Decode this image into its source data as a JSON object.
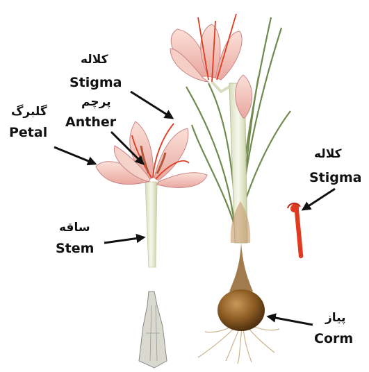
{
  "labels": {
    "stigma_top_fa": "کلاله",
    "stigma_top_en": "Stigma",
    "anther_fa": "پرچم",
    "anther_en": "Anther",
    "petal_fa": "گلبرگ",
    "petal_en": "Petal",
    "stem_fa": "ساقه",
    "stem_en": "Stem",
    "stigma_right_fa": "کلاله",
    "stigma_right_en": "Stigma",
    "corm_fa": "پیاز",
    "corm_en": "Corm"
  },
  "colors": {
    "petal": "#f2c4ba",
    "petal_vein": "#c98585",
    "stigma": "#e03b1f",
    "leaf": "#6f8a4c",
    "stem": "#e8ecd6",
    "corm": "#8a5a22",
    "arrow": "#111111"
  }
}
